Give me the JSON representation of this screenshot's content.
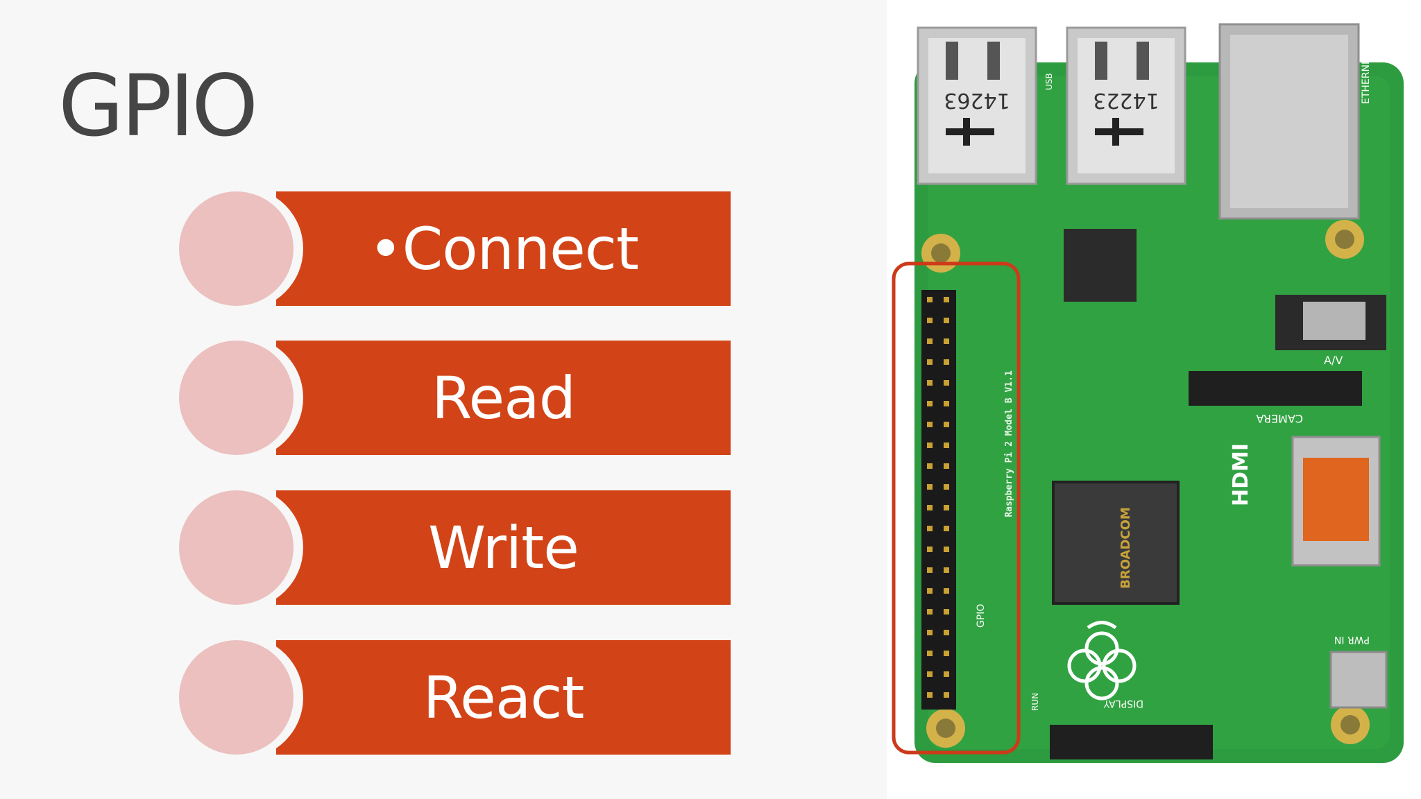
{
  "slide": {
    "title": "GPIO",
    "items": [
      {
        "label": "•Connect"
      },
      {
        "label": "Read"
      },
      {
        "label": "Write"
      },
      {
        "label": "React"
      }
    ]
  },
  "photo": {
    "subject": "raspberry-pi-board",
    "usb_port_1_text": "14263",
    "usb_port_2_text": "14223",
    "chip_text": "BROADCOM",
    "board_text": "Raspberry Pi 2 Model B V1.1",
    "labels": [
      "USB",
      "ETHERNET",
      "CAMERA",
      "HDMI",
      "DISPLAY",
      "GPIO",
      "PWR IN",
      "A/V",
      "RUN"
    ]
  },
  "colors": {
    "accent": "#d24417",
    "circle": "#ebc0bf",
    "title_text": "#454545",
    "background": "#f7f7f7",
    "pcb": "#2d9b3f",
    "highlight": "#cc3a1a"
  }
}
